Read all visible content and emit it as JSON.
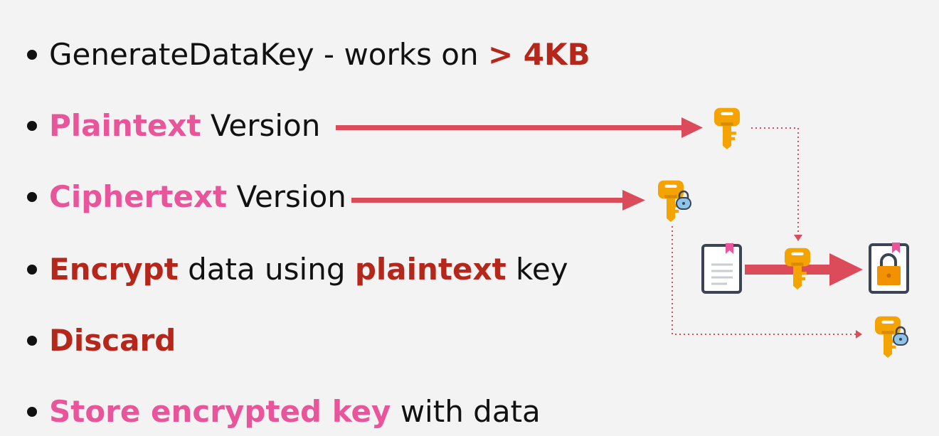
{
  "bullets": [
    {
      "parts": [
        {
          "text": "GenerateDataKey - works on ",
          "style": "plain"
        },
        {
          "text": "> 4KB",
          "style": "red"
        }
      ]
    },
    {
      "parts": [
        {
          "text": "Plaintext",
          "style": "pink"
        },
        {
          "text": " Version",
          "style": "plain"
        }
      ]
    },
    {
      "parts": [
        {
          "text": "Ciphertext",
          "style": "pink"
        },
        {
          "text": " Version",
          "style": "plain"
        }
      ]
    },
    {
      "parts": [
        {
          "text": "Encrypt",
          "style": "red"
        },
        {
          "text": " data using ",
          "style": "plain"
        },
        {
          "text": "plaintext",
          "style": "red"
        },
        {
          "text": " key",
          "style": "plain"
        }
      ]
    },
    {
      "parts": [
        {
          "text": "Discard",
          "style": "red"
        }
      ]
    },
    {
      "parts": [
        {
          "text": "Store encrypted key",
          "style": "pink"
        },
        {
          "text": " with data",
          "style": "plain"
        }
      ]
    }
  ],
  "colors": {
    "background": "#f3f3f3",
    "text": "#111111",
    "accent_pink": "#e8559a",
    "accent_red": "#b5271a",
    "arrow": "#dc4b5a",
    "key_orange": "#f5a300",
    "lock_blue": "#8fc4ea"
  },
  "icons": {
    "plaintext_key": "key-icon",
    "ciphertext_key": "locked-key-icon",
    "document": "document-icon",
    "encrypted_file": "encrypted-file-icon",
    "stored_key": "locked-key-icon"
  }
}
